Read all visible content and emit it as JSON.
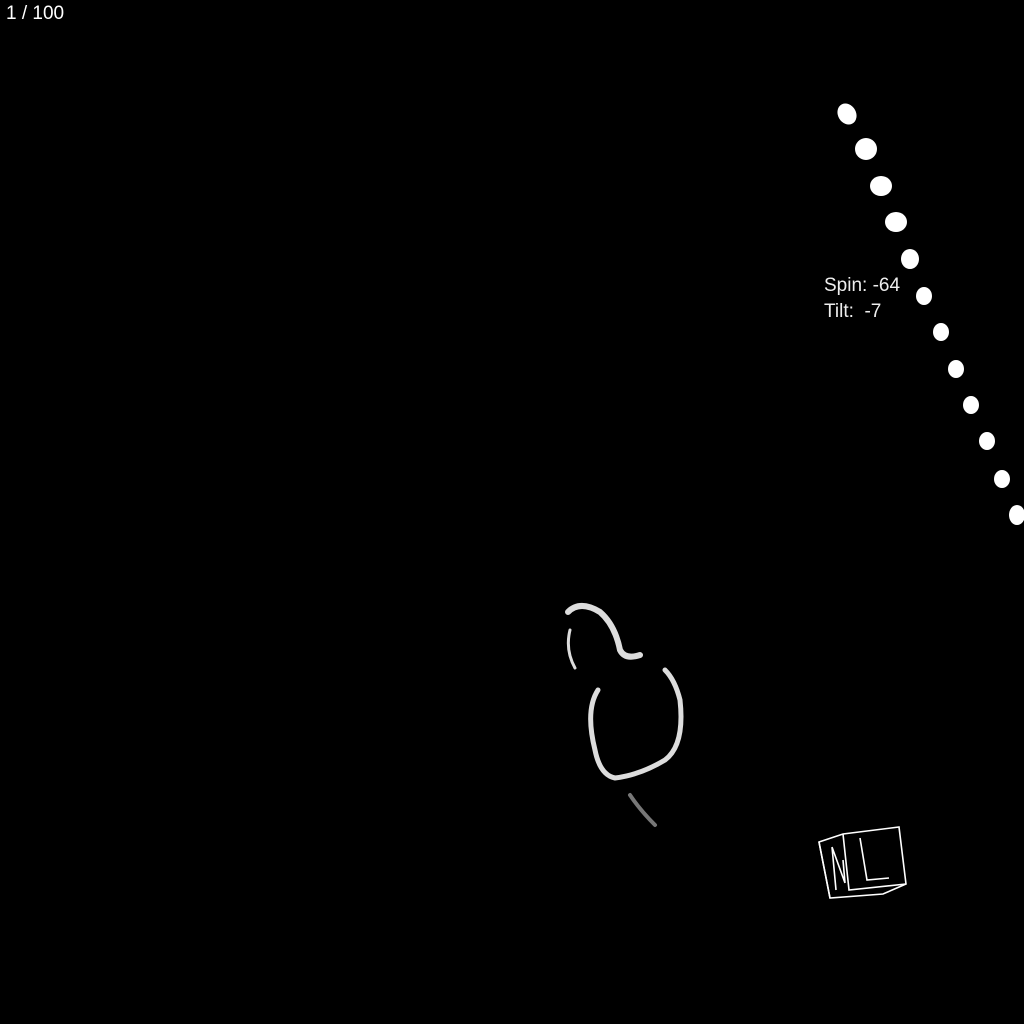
{
  "viewer": {
    "slice_counter": "1 / 100",
    "spin_label": "Spin: -64",
    "tilt_label": "Tilt:  -7",
    "orientation_cube": {
      "face_letters": [
        "N",
        "L"
      ]
    }
  }
}
